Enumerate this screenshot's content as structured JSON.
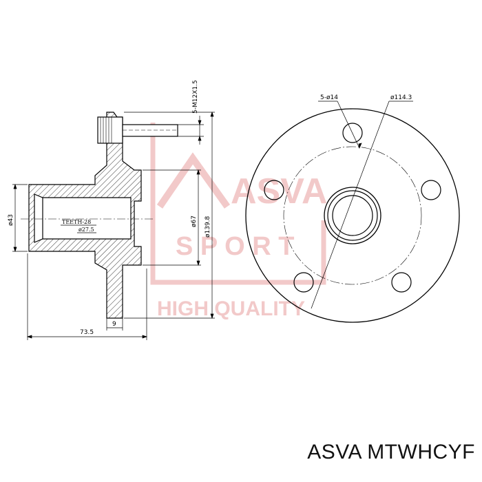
{
  "drawing": {
    "side_view": {
      "stud_thread": "5-M12X1.5",
      "shaft_diameter": "ø43",
      "teeth_label": "TEETH-28",
      "spline_diameter": "ø27.5",
      "pilot_diameter": "ø67",
      "flange_diameter": "ø139.8",
      "overall_length": "73.5",
      "flange_thickness": "9"
    },
    "front_view": {
      "bolt_holes": "5-ø14",
      "bolt_circle": "ø114.3"
    }
  },
  "watermark": {
    "logo_letters": "ASVA",
    "sub_letters": "S P O R T",
    "tagline": "HIGH QUALITY"
  },
  "caption": {
    "brand": "ASVA",
    "part_number": "MTWHCYF",
    "full": "ASVA MTWHCYF"
  },
  "colors": {
    "line": "#000000",
    "watermark": "#f2c9c9"
  }
}
